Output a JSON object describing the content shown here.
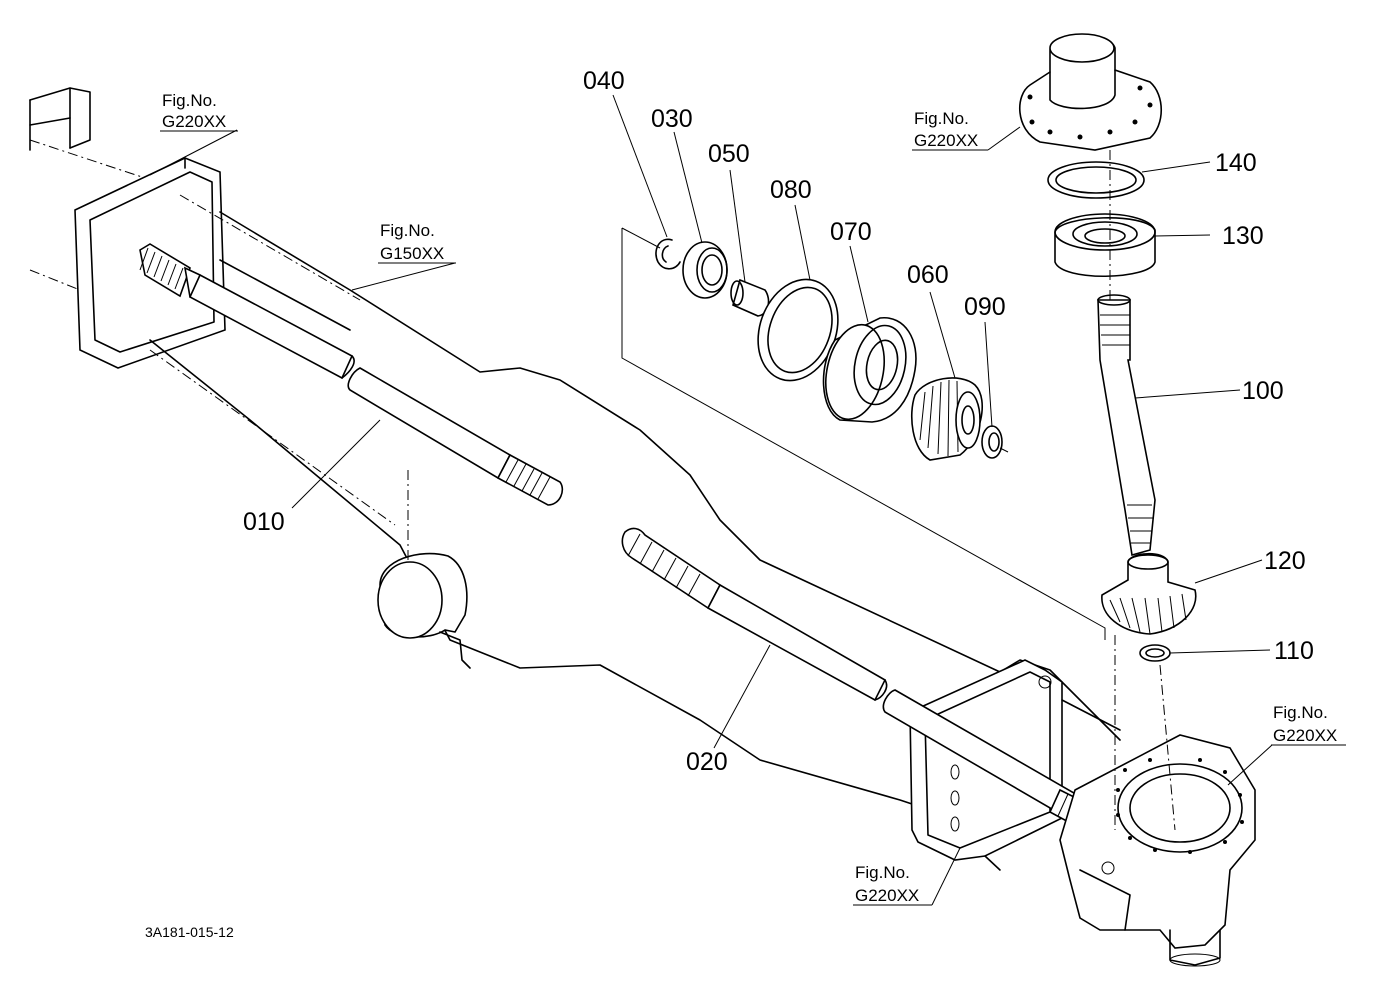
{
  "diagram": {
    "drawing_code": "3A181-015-12",
    "part_callouts": [
      {
        "id": "p010",
        "label": "010"
      },
      {
        "id": "p020",
        "label": "020"
      },
      {
        "id": "p030",
        "label": "030"
      },
      {
        "id": "p040",
        "label": "040"
      },
      {
        "id": "p050",
        "label": "050"
      },
      {
        "id": "p060",
        "label": "060"
      },
      {
        "id": "p070",
        "label": "070"
      },
      {
        "id": "p080",
        "label": "080"
      },
      {
        "id": "p090",
        "label": "090"
      },
      {
        "id": "p100",
        "label": "100"
      },
      {
        "id": "p110",
        "label": "110"
      },
      {
        "id": "p120",
        "label": "120"
      },
      {
        "id": "p130",
        "label": "130"
      },
      {
        "id": "p140",
        "label": "140"
      }
    ],
    "figure_refs": [
      {
        "id": "f1",
        "title": "Fig.No.",
        "code": "G220XX"
      },
      {
        "id": "f2",
        "title": "Fig.No.",
        "code": "G150XX"
      },
      {
        "id": "f3",
        "title": "Fig.No.",
        "code": "G220XX"
      },
      {
        "id": "f4",
        "title": "Fig.No.",
        "code": "G220XX"
      },
      {
        "id": "f5",
        "title": "Fig.No.",
        "code": "G220XX"
      }
    ]
  }
}
